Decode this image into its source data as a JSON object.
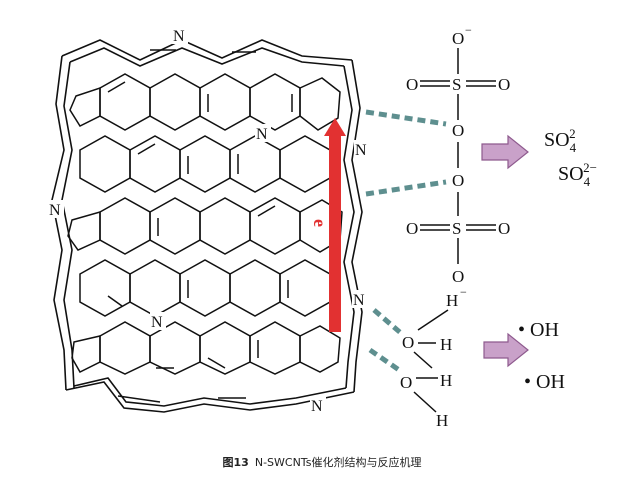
{
  "labels": {
    "n_top": "N",
    "n_inner": "N",
    "n_left": "N",
    "n_right_upper": "N",
    "n_lower_inner": "N",
    "n_right_lower": "N",
    "n_bottom": "N",
    "electron": "e",
    "o_minus_top": "O",
    "minus_top": "−",
    "o_left_1": "O",
    "s_1": "S",
    "o_right_1": "O",
    "o_peroxide_1": "O",
    "o_peroxide_2": "O",
    "o_left_2": "O",
    "s_2": "S",
    "o_right_2": "O",
    "o_bottom_2": "O",
    "h_minus": "H",
    "minus_h": "−",
    "o_water_1": "O",
    "h_1": "H",
    "o_water_2": "O",
    "h_2": "H",
    "h_3": "H"
  },
  "products": {
    "so4_a": "SO",
    "so4_a_sub": "4",
    "so4_a_sup": "2",
    "so4_b": "SO",
    "so4_b_sub": "4",
    "so4_b_sup": "2−",
    "oh_1": "• OH",
    "oh_2": "• OH"
  },
  "caption": {
    "number": "图13",
    "text": "N-SWCNTs催化剂结构与反应机理"
  },
  "colors": {
    "electron_arrow": "#e23131",
    "product_arrow_fill": "#c9a1c9",
    "product_arrow_stroke": "#8e5a8e",
    "bond_dash": "#5e8f8f",
    "line": "#111111"
  }
}
